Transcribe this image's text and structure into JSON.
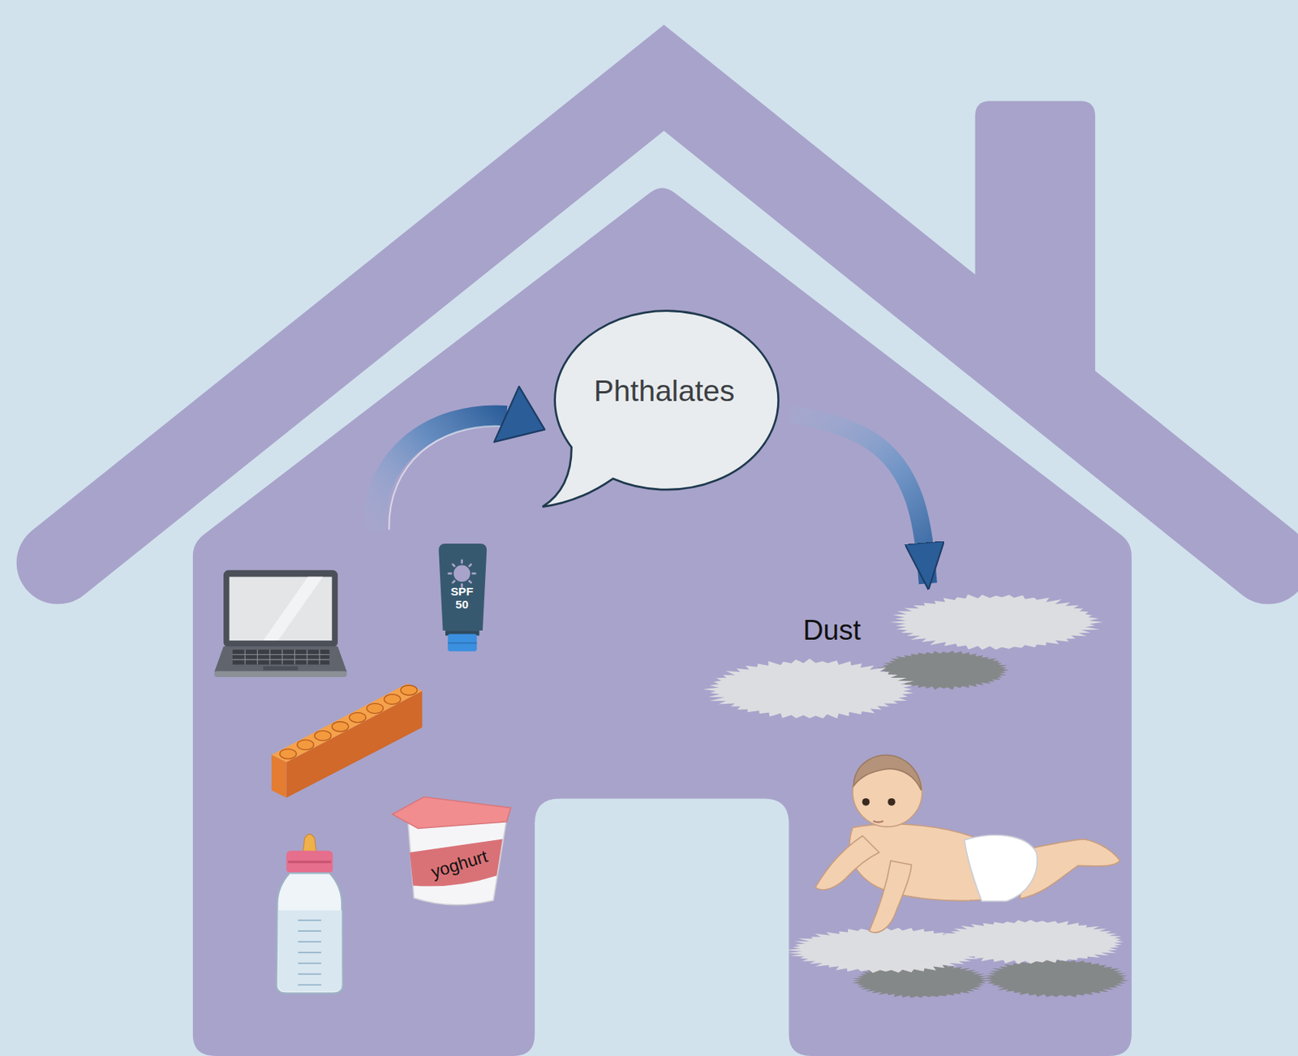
{
  "diagram": {
    "nodes": [
      {
        "text": [
          "Phthalates"
        ]
      },
      {
        "text": [
          "Dust"
        ]
      }
    ],
    "edges": [
      {
        "from": 0,
        "to": 1,
        "arrow": "to"
      }
    ],
    "labels": [
      "SPF 50",
      "yoghurt"
    ]
  }
}
